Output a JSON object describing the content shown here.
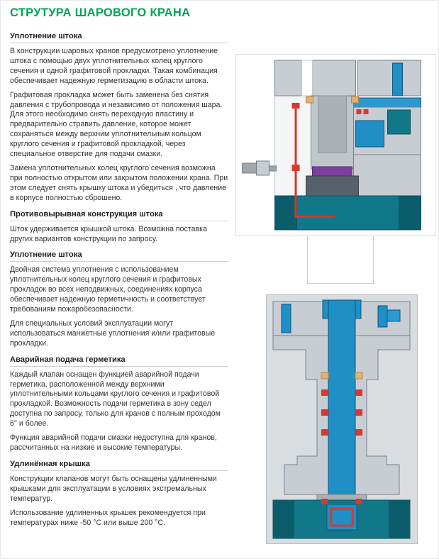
{
  "page": {
    "title": "СТРУТУРА ШАРОВОГО КРАНА"
  },
  "sections": [
    {
      "heading": "Уплотнение штока",
      "paragraphs": [
        "В конструкции шаровых кранов предусмотрено уплотнение штока с помощью двух уплотнительных колец круглого сечения и одной графитовой прокладки. Такая комбинация обеспечивает надежную герметизацию в области штока.",
        "Графитовая прокладка может быть заменена без снятия давления с трубопровода и независимо от положения шара. Для этого необходимо снять переходную пластину и предварительно стравить давление, которое может сохраняться между верхним уплотнительным кольцом круглого сечения и графитовой прокладкой, через специальное отверстие для подачи смазки.",
        "Замена уплотнительных колец круглого сечения возможна при полностью открытом или закрытом положении крана. При этом следует снять крышку штока и убедиться , что давление в корпусе полностью сброшено."
      ]
    },
    {
      "heading": "Противовырывная конструкция штока",
      "paragraphs": [
        "Шток удерживается крышкой штока. Возможна поставка других вариантов конструкции по запросу."
      ]
    },
    {
      "heading": "Уплотнение штока",
      "paragraphs": [
        "Двойная система уплотнения с использованием уплотнительных колец круглого сечения и графитовых прокладок во всех неподвижных, соединениях корпуса обеспечивает надежную герметичность и соответствует требованиям пожаробезопасности.",
        "Для специальных условий эксплуатации могут использоваться манжетные уплотнения и/или графитовые прокладки."
      ]
    },
    {
      "heading": "Аварийная подача герметика",
      "paragraphs": [
        "Каждый клапан оснащен функцией аварийной подачи герметика, расположенной между верхними уплотнительными кольцами круглого сечения и графитовой прокладкой. Возможность подачи герметика в зону седел доступна по запросу, только для кранов с полным проходом 6'' и более.",
        "Функция аварийной подачи смазки недоступна для кранов, рассчитанных на низкие и высокие температуры."
      ]
    },
    {
      "heading": "Удлинённая крышка",
      "paragraphs": [
        "Конструкции клапанов могут быть оснащены удлиненными крышками для эксплуатации в условиях экстремальных температур.",
        "Использование удлиненных крышек рекомендуется при температурах ниже -50 °C или выше 200 °C."
      ]
    }
  ],
  "figures": [
    {
      "name": "stem-seal-cross-section"
    },
    {
      "name": "extended-bonnet-cross-section"
    }
  ],
  "colors": {
    "accent_green": "#00A454",
    "text": "#333333",
    "rule_gray": "#CFCFCF",
    "diagram_gray": "#C7CDD2",
    "diagram_gray_dark": "#57616B",
    "diagram_teal": "#11788A",
    "diagram_teal_dark": "#0B5D6C",
    "diagram_blue": "#1F8FC6",
    "seal_red": "#D8382E",
    "packing_tan": "#DFB277",
    "purple": "#7C3F9E"
  }
}
